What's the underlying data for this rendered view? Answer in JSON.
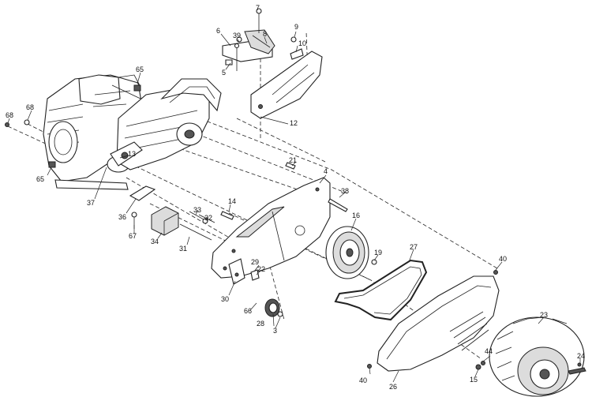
{
  "callouts": {
    "c3": "3",
    "c4": "4",
    "c5": "5",
    "c6": "6",
    "c7": "7",
    "c8": "8",
    "c9": "9",
    "c10": "10",
    "c12": "12",
    "c13": "13",
    "c14": "14",
    "c15": "15",
    "c16": "16",
    "c19": "19",
    "c21": "21",
    "c22": "22",
    "c23": "23",
    "c24": "24",
    "c26": "26",
    "c27": "27",
    "c28": "28",
    "c29": "29",
    "c30": "30",
    "c31": "31",
    "c32": "32",
    "c33": "33",
    "c34": "34",
    "c36": "36",
    "c37": "37",
    "c38": "38",
    "c39": "39",
    "c40a": "40",
    "c40b": "40",
    "c44": "44",
    "c65a": "65",
    "c65b": "65",
    "c66": "66",
    "c67": "67",
    "c68a": "68",
    "c68b": "68"
  }
}
